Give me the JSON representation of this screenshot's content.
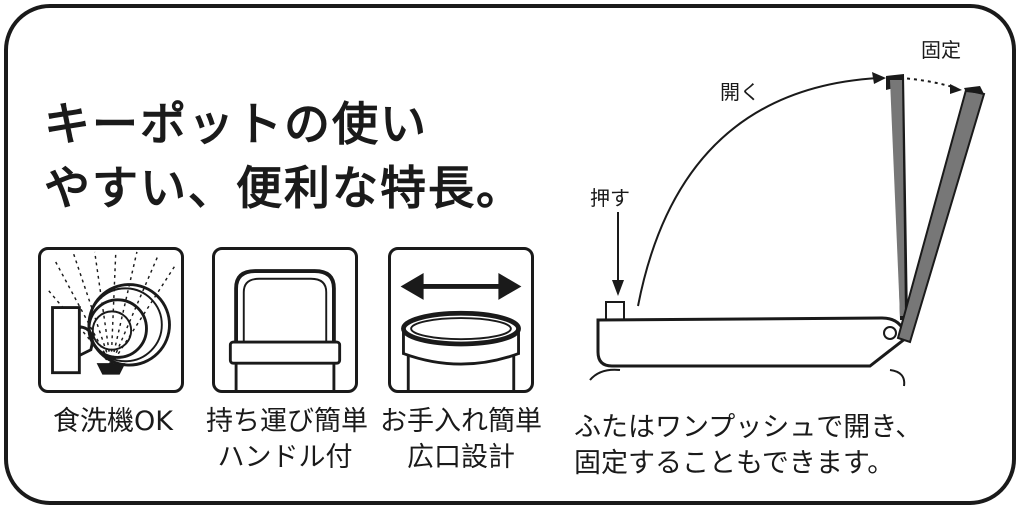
{
  "headline": {
    "line1": "キーポットの使い",
    "line2": "やすい、便利な特長。"
  },
  "features": [
    {
      "icon": "dishwasher-icon",
      "lines": [
        "食洗機OK"
      ]
    },
    {
      "icon": "handle-icon",
      "lines": [
        "持ち運び簡単",
        "ハンドル付"
      ]
    },
    {
      "icon": "wide-mouth-icon",
      "lines": [
        "お手入れ簡単",
        "広口設計"
      ]
    }
  ],
  "diagram": {
    "label_fixed": "固定",
    "label_open": "開く",
    "label_push": "押す"
  },
  "description": {
    "line1": "ふたはワンプッシュで開き、",
    "line2": "固定することもできます。"
  },
  "colors": {
    "ink": "#1a1a1a",
    "lid_gray": "#777777"
  }
}
